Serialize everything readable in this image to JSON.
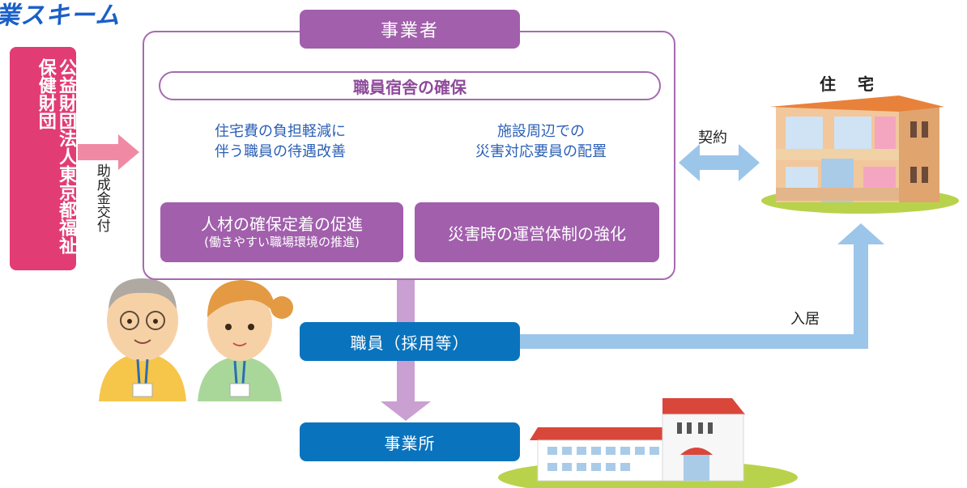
{
  "header": {
    "title": "業スキーム"
  },
  "funder": {
    "label": "公益財団法人東京都福祉保健財団"
  },
  "grant": {
    "label": "助成金交付"
  },
  "operator": {
    "label": "事業者"
  },
  "dormitory": {
    "label": "職員宿舎の確保"
  },
  "effects": {
    "left_line1": "住宅費の負担軽減に",
    "left_line2": "伴う職員の待遇改善",
    "right_line1": "施設周辺での",
    "right_line2": "災害対応要員の配置"
  },
  "outcomes": {
    "left_main": "人材の確保定着の促進",
    "left_sub": "(働きやすい職場環境の推進)",
    "right_main": "災害時の運営体制の強化"
  },
  "staff": {
    "label": "職員（採用等）"
  },
  "office": {
    "label": "事業所"
  },
  "housing": {
    "label": "住 宅"
  },
  "contract": {
    "label": "契約"
  },
  "move_in": {
    "label": "入居"
  },
  "colors": {
    "purple": "#a15fac",
    "blue": "#0a73bd",
    "pink": "#e23c74",
    "light_blue": "#9cc5ea",
    "light_purple": "#c9a0d1",
    "arrow_pink": "#f08aa4"
  }
}
